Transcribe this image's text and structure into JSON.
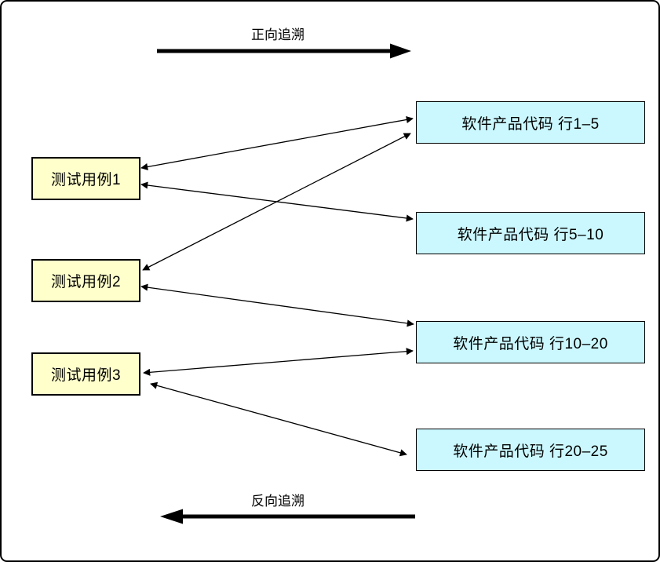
{
  "diagram": {
    "forward_trace_label": "正向追溯",
    "backward_trace_label": "反向追溯",
    "test_cases": [
      {
        "label": "测试用例1"
      },
      {
        "label": "测试用例2"
      },
      {
        "label": "测试用例3"
      }
    ],
    "code_blocks": [
      {
        "label": "软件产品代码 行1–5"
      },
      {
        "label": "软件产品代码 行5–10"
      },
      {
        "label": "软件产品代码 行10–20"
      },
      {
        "label": "软件产品代码 行20–25"
      }
    ],
    "connections": [
      {
        "from": "测试用例1",
        "to": "软件产品代码 行1–5"
      },
      {
        "from": "测试用例1",
        "to": "软件产品代码 行5–10"
      },
      {
        "from": "测试用例2",
        "to": "软件产品代码 行1–5"
      },
      {
        "from": "测试用例2",
        "to": "软件产品代码 行10–20"
      },
      {
        "from": "测试用例3",
        "to": "软件产品代码 行10–20"
      },
      {
        "from": "测试用例3",
        "to": "软件产品代码 行20–25"
      }
    ],
    "colors": {
      "test_case_fill": "#FFFFCC",
      "code_block_fill": "#CBF8FE",
      "stroke": "#000000",
      "background": "#FFFFFF"
    }
  }
}
